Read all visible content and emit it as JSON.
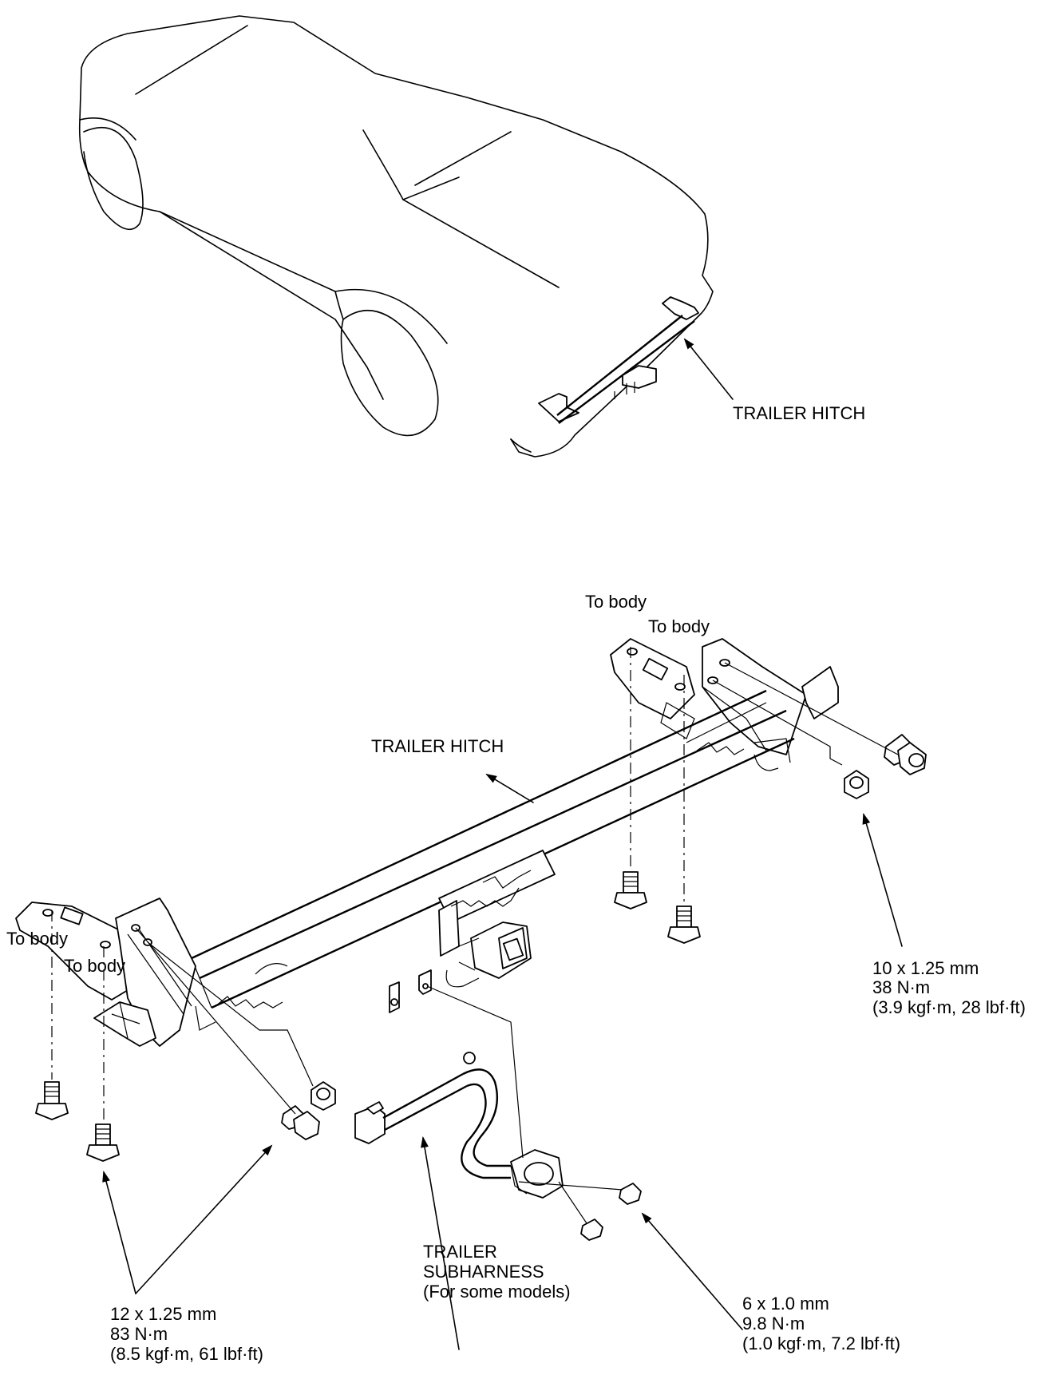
{
  "labels": {
    "top_trailer_hitch": "TRAILER HITCH",
    "hitch": "TRAILER HITCH",
    "to_body_right_1": "To body",
    "to_body_right_2": "To body",
    "to_body_left_1": "To body",
    "to_body_left_2": "To body",
    "bolt_10": {
      "size": "10 x 1.25 mm",
      "torque": "38 N·m",
      "alt": "(3.9 kgf·m, 28 lbf·ft)"
    },
    "bolt_12": {
      "size": "12 x 1.25 mm",
      "torque": "83 N·m",
      "alt": "(8.5 kgf·m, 61 lbf·ft)"
    },
    "bolt_6": {
      "size": "6 x 1.0 mm",
      "torque": "9.8 N·m",
      "alt": "(1.0 kgf·m, 7.2 lbf·ft)"
    },
    "subharness": {
      "line1": "TRAILER",
      "line2": "SUBHARNESS",
      "line3": "(For some models)"
    }
  }
}
